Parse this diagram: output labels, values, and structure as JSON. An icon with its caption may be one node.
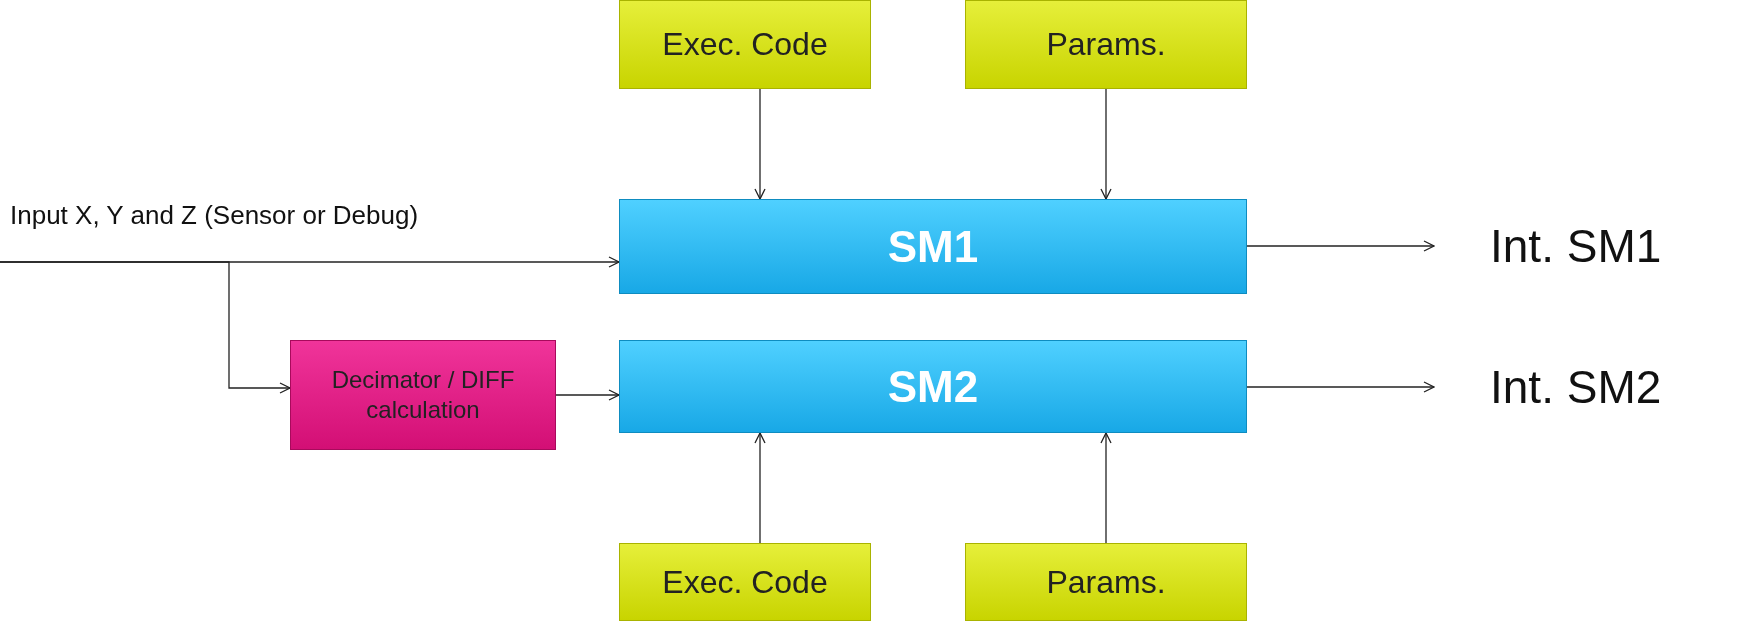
{
  "diagram": {
    "nodes": [
      {
        "text": [
          "Exec. Code"
        ]
      },
      {
        "text": [
          "Params."
        ]
      },
      {
        "text": [
          "SM1"
        ]
      },
      {
        "text": [
          "Decimator / DIFF calculation"
        ]
      },
      {
        "text": [
          "SM2"
        ]
      },
      {
        "text": [
          "Exec. Code"
        ]
      },
      {
        "text": [
          "Params."
        ]
      },
      {
        "text": [
          "Int. SM1"
        ]
      },
      {
        "text": [
          "Int. SM2"
        ]
      }
    ],
    "edges": [
      {
        "from": 0,
        "to": 2,
        "arrow": "to"
      },
      {
        "from": 1,
        "to": 2,
        "arrow": "to"
      },
      {
        "from": null,
        "to": 2,
        "arrow": "to",
        "label": "Input X, Y and Z (Sensor or Debug)"
      },
      {
        "from": null,
        "to": 3,
        "arrow": "to"
      },
      {
        "from": 3,
        "to": 4,
        "arrow": "to"
      },
      {
        "from": 2,
        "to": 7,
        "arrow": "to"
      },
      {
        "from": 4,
        "to": 8,
        "arrow": "to"
      },
      {
        "from": 5,
        "to": 4,
        "arrow": "to"
      },
      {
        "from": 6,
        "to": 4,
        "arrow": "to"
      }
    ]
  }
}
